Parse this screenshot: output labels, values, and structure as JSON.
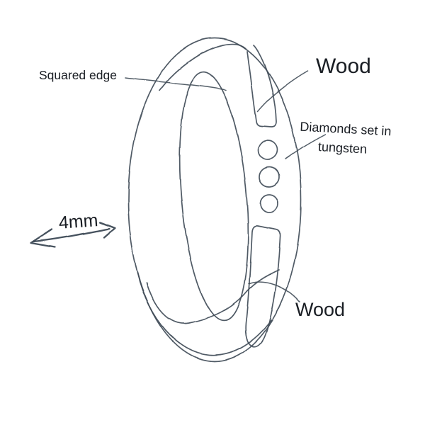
{
  "figure": {
    "labels": {
      "squared_edge": "Squared edge",
      "wood_top": "Wood",
      "diamonds_line1": "Diamonds set in",
      "diamonds_line2": "tungsten",
      "dimension": "4mm",
      "wood_bottom": "Wood"
    },
    "diamond_count": 3,
    "colors": {
      "background": "#ffffff",
      "ink": "#414c58",
      "text": "#191d23"
    }
  }
}
